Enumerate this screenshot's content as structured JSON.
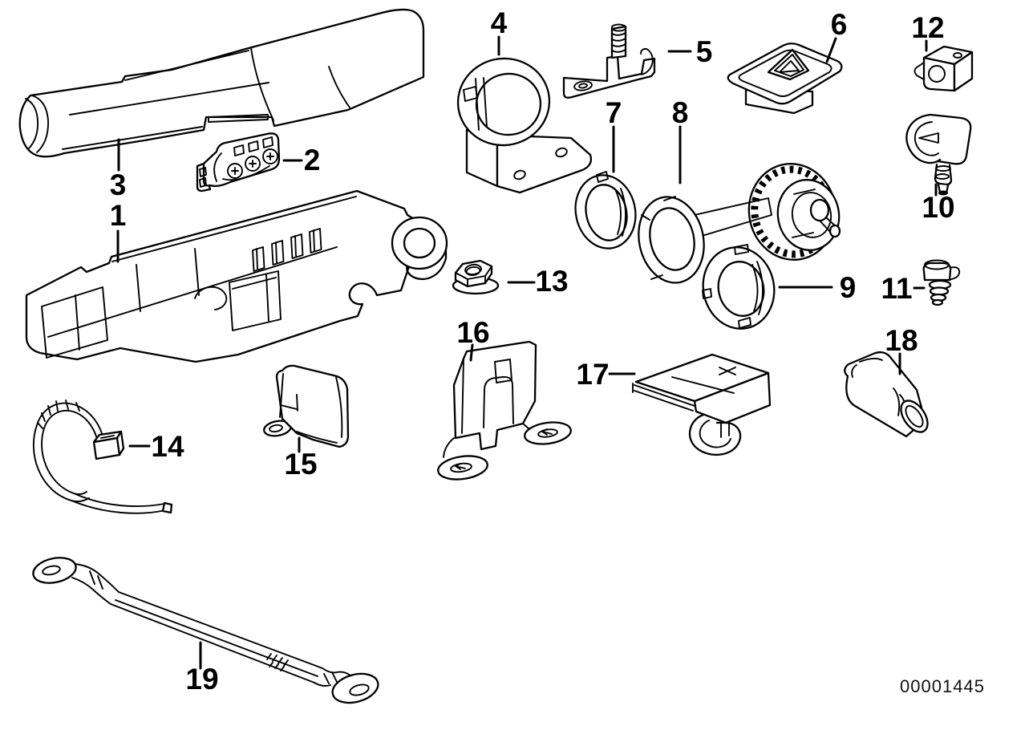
{
  "diagram": {
    "code": "00001445",
    "part_labels": [
      "1",
      "2",
      "3",
      "4",
      "5",
      "6",
      "7",
      "8",
      "9",
      "10",
      "11",
      "12",
      "13",
      "14",
      "15",
      "16",
      "17",
      "18",
      "19"
    ]
  },
  "colors": {
    "background": "#ffffff",
    "line": "#000000"
  }
}
